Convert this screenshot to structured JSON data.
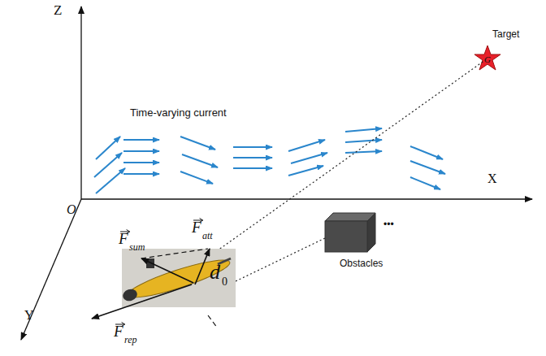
{
  "diagram": {
    "labels": [
      "Z",
      "Target",
      "G",
      "Time-varying current",
      "X",
      "O",
      "F",
      "att",
      "F",
      "sum",
      "d",
      "0",
      "Obstacles",
      "•••",
      "Y",
      "F",
      "rep"
    ]
  }
}
